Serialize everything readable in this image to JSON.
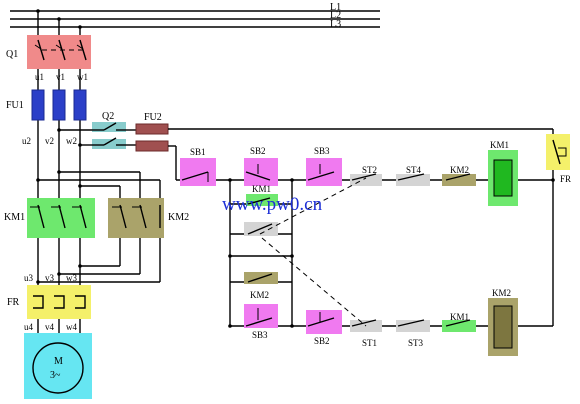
{
  "labels": {
    "L1": "L1",
    "L2": "L2",
    "L3": "L3",
    "Q1": "Q1",
    "FU1": "FU1",
    "Q2": "Q2",
    "FU2": "FU2",
    "u1": "u1",
    "v1": "v1",
    "w1": "w1",
    "u2": "u2",
    "v2": "v2",
    "w2": "w2",
    "u3": "u3",
    "v3": "v3",
    "w3": "w3",
    "u4": "u4",
    "v4": "v4",
    "w4": "w4",
    "KM1_main": "KM1",
    "KM2_main": "KM2",
    "FR_main": "FR",
    "motor_M": "M",
    "motor_phase": "3~",
    "SB1": "SB1",
    "SB2_top": "SB2",
    "SB3_top": "SB3",
    "KM1_hold": "KM1",
    "KM2_hold": "KM2",
    "SB3_bottom": "SB3",
    "SB2_bottom": "SB2",
    "ST2": "ST2",
    "ST4": "ST4",
    "ST1": "ST1",
    "ST3": "ST3",
    "KM2_interlock": "KM2",
    "KM1_interlock": "KM1",
    "KM1_coil": "KM1",
    "KM2_coil": "KM2",
    "FR_contact": "FR",
    "watermark": "www.pw0.cn"
  },
  "colors": {
    "breaker": "#f08a8a",
    "fuse": "#2b3fc8",
    "fuse2": "#a05050",
    "km1": "#6ee86e",
    "km2": "#aaa36a",
    "fr": "#f4f06a",
    "motor": "#66e6f2",
    "button": "#f07af0",
    "limit": "#d4d4d4",
    "q2": "#88cccc",
    "watermark": "#1d2fd6"
  }
}
